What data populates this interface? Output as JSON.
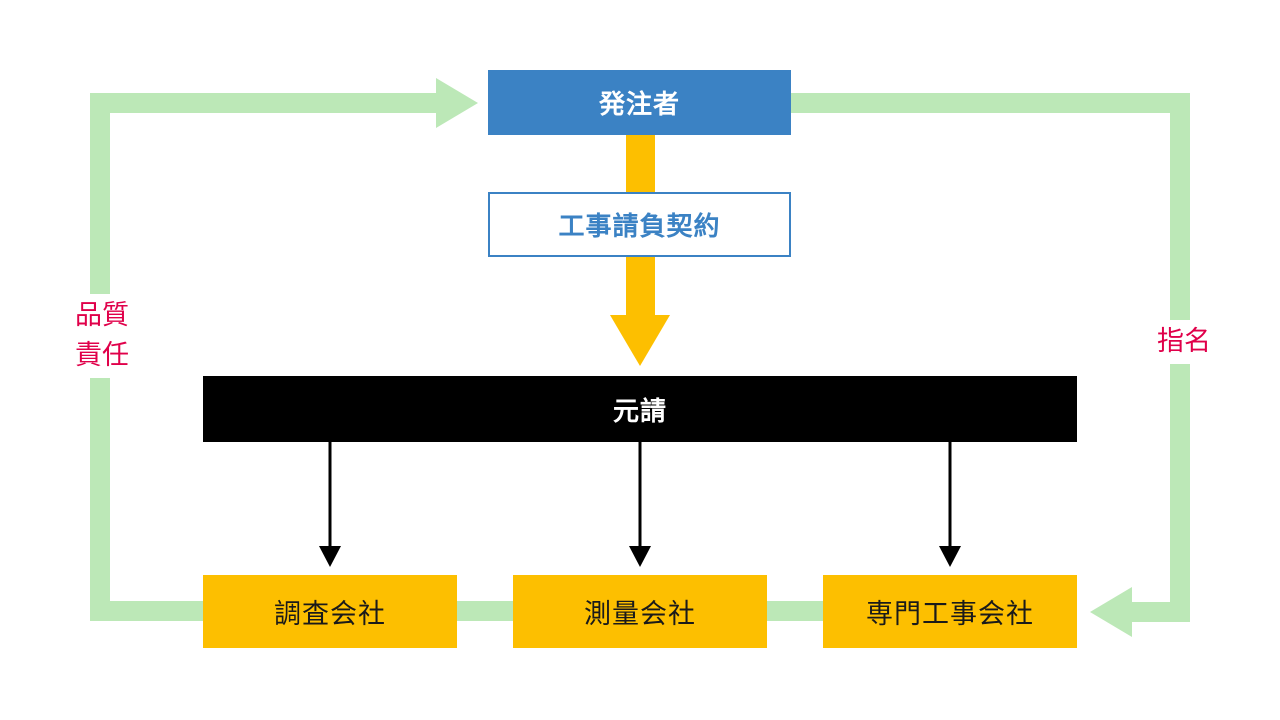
{
  "colors": {
    "client_blue": "#3b82c4",
    "arrow_yellow": "#fdbf00",
    "box_yellow": "#fdbf00",
    "loop_green": "#bce8b7",
    "label_red": "#e0004a",
    "prime_black": "#000000"
  },
  "nodes": {
    "client": "発注者",
    "contract": "工事請負契約",
    "prime": "元請",
    "survey_company": "調査会社",
    "measure_company": "測量会社",
    "specialist_company": "専門工事会社"
  },
  "labels": {
    "quality_line1": "品質",
    "quality_line2": "責任",
    "nomination": "指名"
  }
}
